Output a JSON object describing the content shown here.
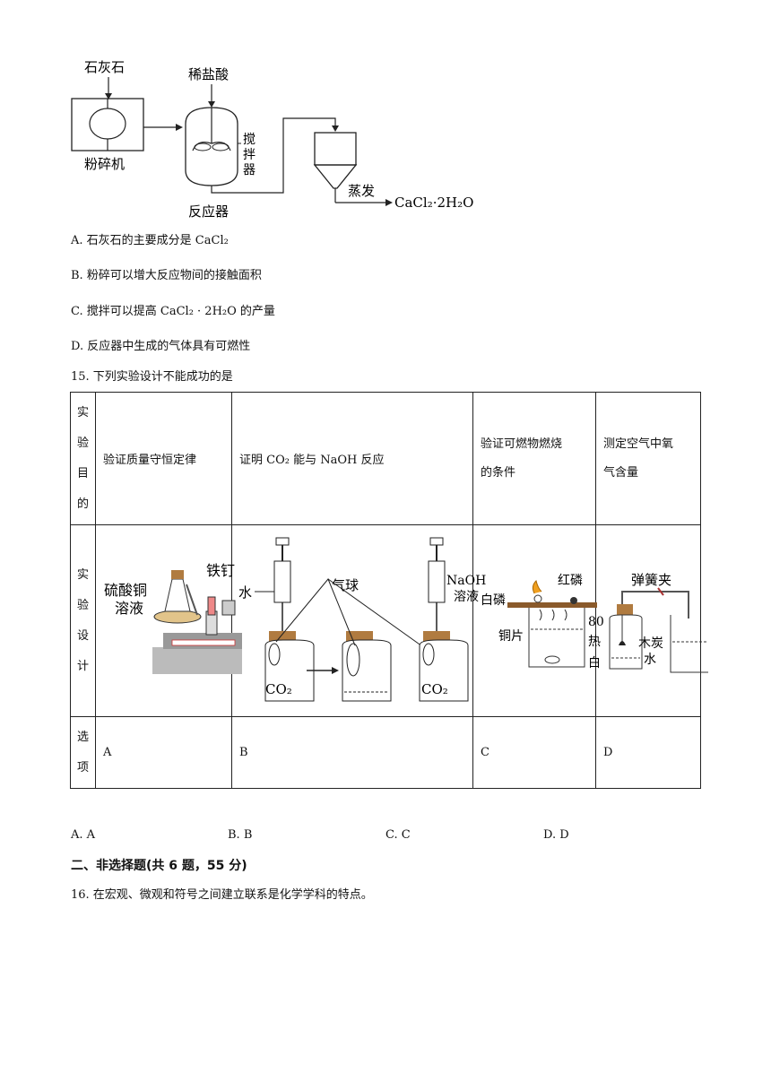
{
  "flow_diagram": {
    "labels": {
      "limestone": "石灰石",
      "crusher": "粉碎机",
      "dilute_hcl": "稀盐酸",
      "stirrer_1": "搅",
      "stirrer_2": "拌",
      "stirrer_3": "器",
      "reactor": "反应器",
      "evaporate": "蒸发",
      "product": "CaCl₂·2H₂O"
    }
  },
  "q14_options": [
    {
      "letter": "A.",
      "text": "石灰石的主要成分是 CaCl₂"
    },
    {
      "letter": "B.",
      "text": "粉碎可以增大反应物间的接触面积"
    },
    {
      "letter": "C.",
      "text": "搅拌可以提高 CaCl₂ · 2H₂O 的产量"
    },
    {
      "letter": "D.",
      "text": "反应器中生成的气体具有可燃性"
    }
  ],
  "q15": {
    "stem": "15.  下列实验设计不能成功的是",
    "row_heads": {
      "purpose": [
        "实",
        "验",
        "目",
        "的"
      ],
      "design": [
        "实",
        "验",
        "设",
        "计"
      ],
      "option": [
        "选",
        "项"
      ]
    },
    "purposes": {
      "A": "验证质量守恒定律",
      "B": "证明 CO₂ 能与 NaOH 反应",
      "C_line1": "验证可燃物燃烧",
      "C_line2": "的条件",
      "D_line1": "测定空气中氧",
      "D_line2": "气含量"
    },
    "image_labels": {
      "A_solution_1": "硫酸铜",
      "A_solution_2": "溶液",
      "A_nail": "铁钉",
      "B_water": "水",
      "B_balloon": "气球",
      "B_naoh_1": "NaOH",
      "B_naoh_2": "溶液",
      "B_co2_left": "CO₂",
      "B_co2_right": "CO₂",
      "C_white_p": "白磷",
      "C_red_p": "红磷",
      "C_copper": "铜片",
      "C_temp": "80",
      "C_hot": "热",
      "C_white2": "白",
      "D_clamp": "弹簧夹",
      "D_charcoal": "木炭",
      "D_water": "水"
    },
    "option_cells": [
      "A",
      "B",
      "C",
      "D"
    ],
    "answers": [
      "A. A",
      "B. B",
      "C. C",
      "D. D"
    ]
  },
  "section2": {
    "heading": "二、非选择题(共 6 题，55 分)",
    "q16": "16.  在宏观、微观和符号之间建立联系是化学学科的特点。"
  }
}
